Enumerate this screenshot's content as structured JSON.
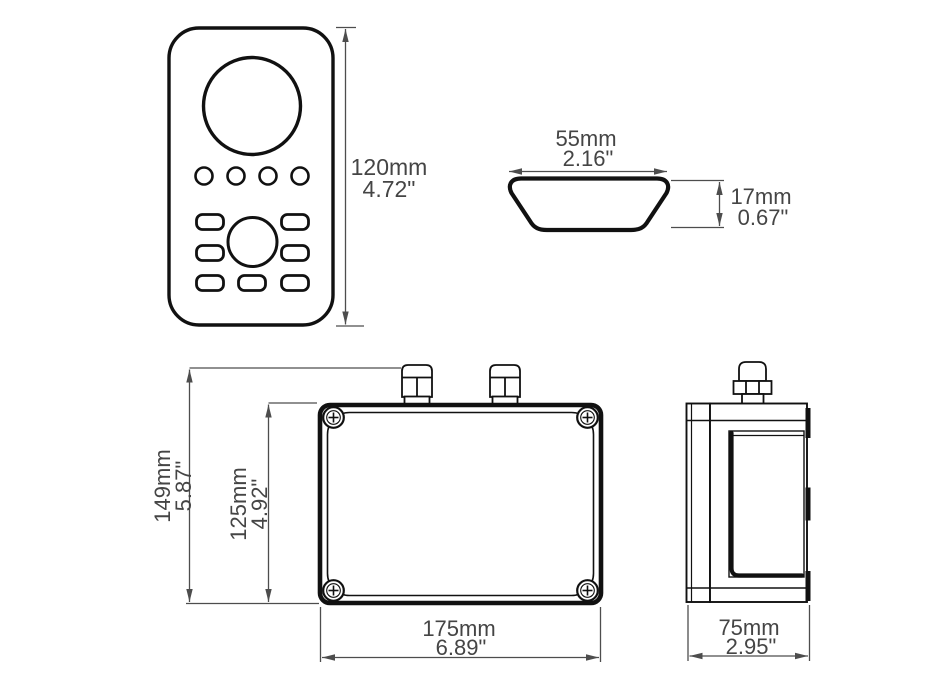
{
  "colors": {
    "object_line": "#111111",
    "dimension_line": "#4d4d4d",
    "text": "#454545",
    "background": "#ffffff"
  },
  "dims": {
    "remote_height": {
      "mm": "120mm",
      "in": "4.72\""
    },
    "remote_width": {
      "mm": "55mm",
      "in": "2.16\""
    },
    "remote_depth": {
      "mm": "17mm",
      "in": "0.67\""
    },
    "box_overall_height": {
      "mm": "149mm",
      "in": "5.87\""
    },
    "box_body_height": {
      "mm": "125mm",
      "in": "4.92\""
    },
    "box_width": {
      "mm": "175mm",
      "in": "6.89\""
    },
    "box_depth": {
      "mm": "75mm",
      "in": "2.95\""
    }
  }
}
